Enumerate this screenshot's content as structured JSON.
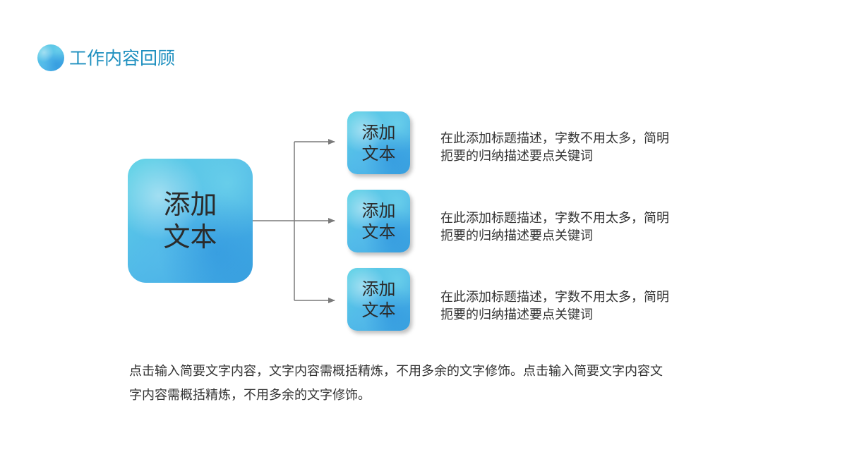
{
  "header": {
    "title": "工作内容回顾"
  },
  "main_box": {
    "line1": "添加",
    "line2": "文本"
  },
  "items": [
    {
      "line1": "添加",
      "line2": "文本",
      "desc_line1": "在此添加标题描述，字数不用太多，简明",
      "desc_line2": "扼要的归纳描述要点关键词"
    },
    {
      "line1": "添加",
      "line2": "文本",
      "desc_line1": "在此添加标题描述，字数不用太多，简明",
      "desc_line2": "扼要的归纳描述要点关键词"
    },
    {
      "line1": "添加",
      "line2": "文本",
      "desc_line1": "在此添加标题描述，字数不用太多，简明",
      "desc_line2": "扼要的归纳描述要点关键词"
    }
  ],
  "footer": {
    "line1": "点击输入简要文字内容，文字内容需概括精炼，不用多余的文字修饰。点击输入简要文字内容文",
    "line2": "字内容需概括精炼，不用多余的文字修饰。"
  },
  "colors": {
    "accent": "#1d8fbf",
    "box_blue": "#4fb8e8",
    "connector": "#7a7a7a"
  }
}
